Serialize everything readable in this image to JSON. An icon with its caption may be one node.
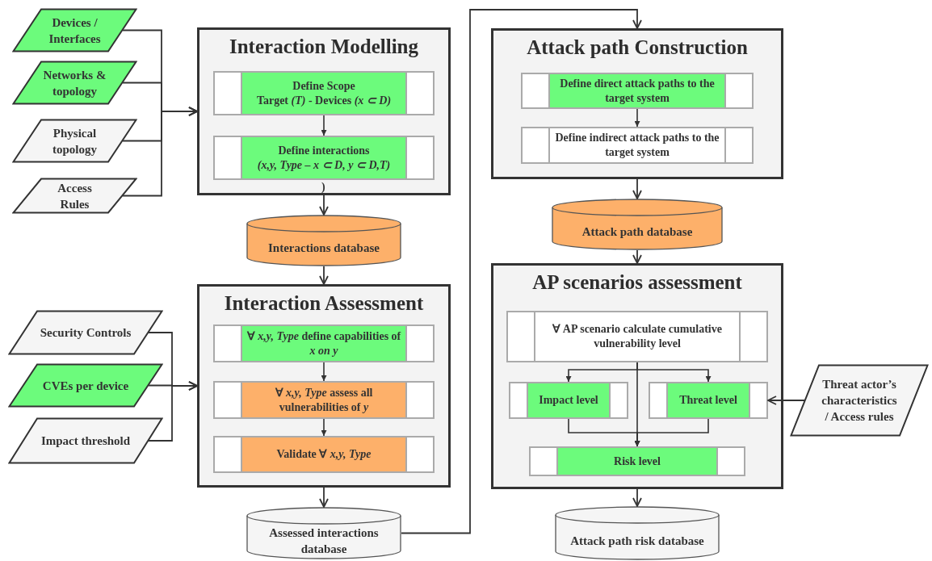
{
  "diagram": {
    "nodes": [
      {
        "text": [
          "Devices / Interfaces"
        ]
      },
      {
        "text": [
          "Networks & topology"
        ]
      },
      {
        "text": [
          "Physical topology"
        ]
      },
      {
        "text": [
          "Access Rules"
        ]
      },
      {
        "text": [
          "Interaction Modelling"
        ]
      },
      {
        "text": [
          "Define Scope",
          "Target *(T)* - Devices *(x ⊂ D)*"
        ],
        "in": 4
      },
      {
        "text": [
          "Define interactions",
          "*(x,y, Type – x ⊂ D,  y ⊂ D,T)*"
        ],
        "in": 4
      },
      {
        "text": [
          "Interactions database"
        ]
      },
      {
        "text": [
          "Security Controls"
        ]
      },
      {
        "text": [
          "CVEs per device"
        ]
      },
      {
        "text": [
          "Impact threshold"
        ]
      },
      {
        "text": [
          "Interaction Assessment"
        ]
      },
      {
        "text": [
          "∀  *x,y, Type* define capabilities of *x on y*"
        ],
        "in": 11
      },
      {
        "text": [
          "∀ *x,y, Type*  assess all vulnerabilities of *y*"
        ],
        "in": 11
      },
      {
        "text": [
          "Validate ∀ *x,y, Type*"
        ],
        "in": 11
      },
      {
        "text": [
          "Assessed interactions database"
        ]
      },
      {
        "text": [
          "Attack path Construction"
        ]
      },
      {
        "text": [
          "Define direct attack paths to the target system"
        ],
        "in": 16
      },
      {
        "text": [
          "Define indirect attack paths to the target system"
        ],
        "in": 16
      },
      {
        "text": [
          "Attack path database"
        ]
      },
      {
        "text": [
          "AP scenarios assessment"
        ]
      },
      {
        "text": [
          "∀  AP scenario calculate cumulative vulnerability level"
        ],
        "in": 20
      },
      {
        "text": [
          "Impact level"
        ],
        "in": 20
      },
      {
        "text": [
          "Threat level"
        ],
        "in": 20
      },
      {
        "text": [
          "Risk level"
        ],
        "in": 20
      },
      {
        "text": [
          "Threat actor’s characteristics / Access rules"
        ]
      },
      {
        "text": [
          "Attack path risk database"
        ]
      }
    ],
    "edges": [
      {
        "from": 0,
        "to": 4,
        "arrow": "to"
      },
      {
        "from": 1,
        "to": 4,
        "arrow": "to"
      },
      {
        "from": 2,
        "to": 4,
        "arrow": "to"
      },
      {
        "from": 3,
        "to": 4,
        "arrow": "to"
      },
      {
        "from": 5,
        "to": 6,
        "arrow": "to"
      },
      {
        "from": 4,
        "to": 7,
        "arrow": "to"
      },
      {
        "from": 7,
        "to": 11,
        "arrow": "to"
      },
      {
        "from": 8,
        "to": 11,
        "arrow": "to"
      },
      {
        "from": 9,
        "to": 11,
        "arrow": "to"
      },
      {
        "from": 10,
        "to": 11,
        "arrow": "to"
      },
      {
        "from": 12,
        "to": 13,
        "arrow": "to"
      },
      {
        "from": 13,
        "to": 14,
        "arrow": "to"
      },
      {
        "from": 11,
        "to": 15,
        "arrow": "to"
      },
      {
        "from": 15,
        "to": 16,
        "arrow": "to"
      },
      {
        "from": 17,
        "to": 18,
        "arrow": "to"
      },
      {
        "from": 16,
        "to": 19,
        "arrow": "to"
      },
      {
        "from": 19,
        "to": 20,
        "arrow": "to"
      },
      {
        "from": 21,
        "to": 22,
        "arrow": "to"
      },
      {
        "from": 21,
        "to": 23,
        "arrow": "to"
      },
      {
        "from": 21,
        "to": 24,
        "arrow": "to"
      },
      {
        "from": 22,
        "to": 24,
        "arrow": "to"
      },
      {
        "from": 23,
        "to": 24,
        "arrow": "to"
      },
      {
        "from": 25,
        "to": 23,
        "arrow": "to"
      },
      {
        "from": 20,
        "to": 26,
        "arrow": "to"
      }
    ],
    "labels": [
      ")"
    ]
  }
}
